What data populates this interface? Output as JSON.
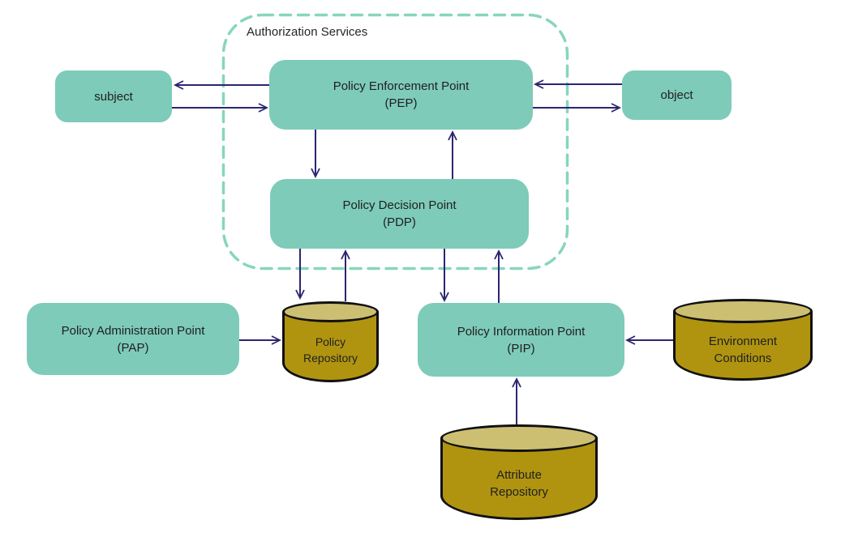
{
  "diagram": {
    "container_label": "Authorization Services",
    "nodes": {
      "subject": {
        "label": "subject"
      },
      "object": {
        "label": "object"
      },
      "pep": {
        "line1": "Policy Enforcement Point",
        "line2": "(PEP)"
      },
      "pdp": {
        "line1": "Policy Decision Point",
        "line2": "(PDP)"
      },
      "pap": {
        "line1": "Policy Administration Point",
        "line2": "(PAP)"
      },
      "pip": {
        "line1": "Policy Information Point",
        "line2": "(PIP)"
      },
      "policy_repository": {
        "line1": "Policy",
        "line2": "Repository"
      },
      "environment_conditions": {
        "line1": "Environment",
        "line2": "Conditions"
      },
      "attribute_repository": {
        "line1": "Attribute",
        "line2": "Repository"
      }
    },
    "edges": [
      {
        "from": "pep",
        "to": "subject"
      },
      {
        "from": "subject",
        "to": "pep"
      },
      {
        "from": "object",
        "to": "pep"
      },
      {
        "from": "pep",
        "to": "object"
      },
      {
        "from": "pep",
        "to": "pdp"
      },
      {
        "from": "pdp",
        "to": "pep"
      },
      {
        "from": "pdp",
        "to": "policy_repository"
      },
      {
        "from": "policy_repository",
        "to": "pdp"
      },
      {
        "from": "pdp",
        "to": "pip"
      },
      {
        "from": "pip",
        "to": "pdp"
      },
      {
        "from": "pap",
        "to": "policy_repository"
      },
      {
        "from": "environment_conditions",
        "to": "pip"
      },
      {
        "from": "attribute_repository",
        "to": "pip"
      }
    ],
    "colors": {
      "node_fill": "#7ecbb9",
      "dashed_border": "#87d5c0",
      "cylinder_body": "#b09410",
      "cylinder_top": "#cdbf72",
      "cylinder_outline": "#111111",
      "arrow": "#2b2670",
      "text": "#1f1f1f"
    }
  }
}
